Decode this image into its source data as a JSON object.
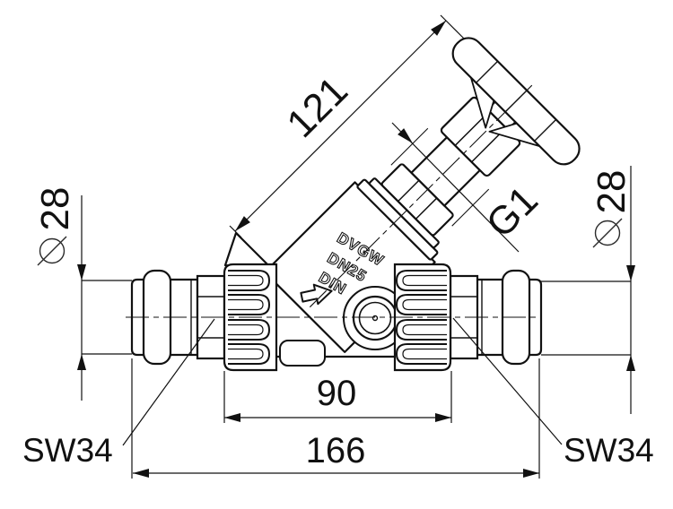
{
  "drawing": {
    "title": "inclined-seat-valve-with-press-ends-technical-drawing",
    "line_color": "#111111",
    "background": "#ffffff",
    "dims": {
      "height": "121",
      "thread": "G1",
      "diameter_left": "28",
      "diameter_right": "28",
      "port_span": "90",
      "face_to_face": "166",
      "wrench_left": "SW34",
      "wrench_right": "SW34"
    },
    "markings": {
      "cert": "DVGW",
      "size": "DN25",
      "std": "DIN"
    },
    "icons": {
      "diameter_symbol": "circle-slash",
      "flow_arrow": "block-arrow-right"
    }
  }
}
